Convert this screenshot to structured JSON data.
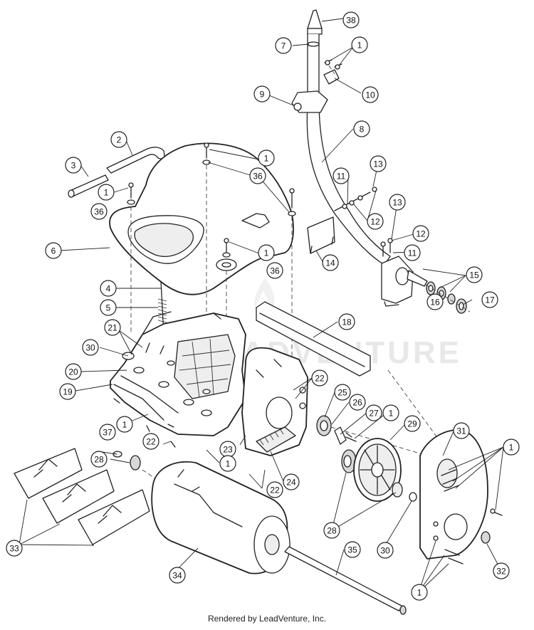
{
  "footer_text": "Rendered by LeadVenture, Inc.",
  "watermark_text": "LEADVENTURE",
  "callouts": [
    {
      "label": "38"
    },
    {
      "label": "7"
    },
    {
      "label": "1"
    },
    {
      "label": "9"
    },
    {
      "label": "10"
    },
    {
      "label": "8"
    },
    {
      "label": "2"
    },
    {
      "label": "1"
    },
    {
      "label": "36"
    },
    {
      "label": "3"
    },
    {
      "label": "1"
    },
    {
      "label": "36"
    },
    {
      "label": "13"
    },
    {
      "label": "11"
    },
    {
      "label": "12"
    },
    {
      "label": "13"
    },
    {
      "label": "12"
    },
    {
      "label": "6"
    },
    {
      "label": "1"
    },
    {
      "label": "36"
    },
    {
      "label": "11"
    },
    {
      "label": "14"
    },
    {
      "label": "15"
    },
    {
      "label": "17"
    },
    {
      "label": "16"
    },
    {
      "label": "4"
    },
    {
      "label": "5"
    },
    {
      "label": "18"
    },
    {
      "label": "21"
    },
    {
      "label": "30"
    },
    {
      "label": "20"
    },
    {
      "label": "19"
    },
    {
      "label": "22"
    },
    {
      "label": "25"
    },
    {
      "label": "26"
    },
    {
      "label": "27"
    },
    {
      "label": "1"
    },
    {
      "label": "29"
    },
    {
      "label": "31"
    },
    {
      "label": "1"
    },
    {
      "label": "37"
    },
    {
      "label": "22"
    },
    {
      "label": "1"
    },
    {
      "label": "23"
    },
    {
      "label": "28"
    },
    {
      "label": "1"
    },
    {
      "label": "22"
    },
    {
      "label": "24"
    },
    {
      "label": "33"
    },
    {
      "label": "28"
    },
    {
      "label": "30"
    },
    {
      "label": "34"
    },
    {
      "label": "35"
    },
    {
      "label": "32"
    },
    {
      "label": "1"
    }
  ]
}
